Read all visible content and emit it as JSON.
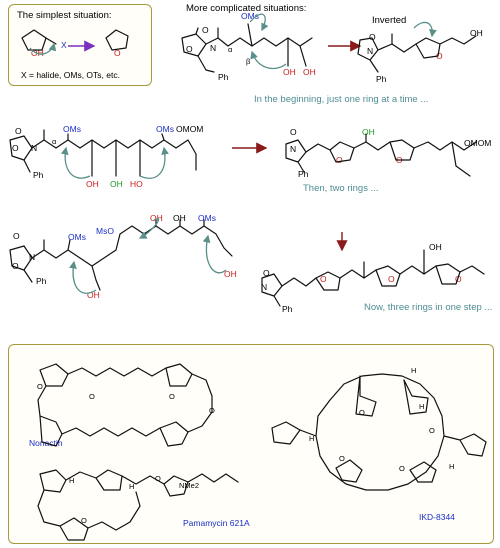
{
  "simplest": {
    "title": "The simplest situation:",
    "oh": "OH",
    "x": "X",
    "o": "O",
    "note": "X = halide, OMs, OTs, etc."
  },
  "complicated": {
    "title": "More complicated situations:",
    "row1": {
      "oms": "OMs",
      "alpha": "α",
      "beta": "β",
      "oh1": "OH",
      "oh2": "OH",
      "inverted": "Inverted",
      "oh_prod": "OH",
      "caption": "In the beginning, just one ring at a time ..."
    },
    "row2": {
      "alpha": "α",
      "oms1": "OMs",
      "oms2": "OMs",
      "omom": "OMOM",
      "oh1": "OH",
      "oh_green": "OH",
      "ho": "HO",
      "oh_prod_green": "OH",
      "omom_prod": "OMOM",
      "caption": "Then, two rings ..."
    },
    "row3": {
      "mso": "MsO",
      "oms1": "OMs",
      "oms2": "OMs",
      "oh_top1": "OH",
      "oh_top2": "OH",
      "oh_bottom1": "OH",
      "oh_bottom2": "OH",
      "oh_prod": "OH",
      "caption": "Now, three rings in one step ..."
    },
    "common": {
      "o": "O",
      "n": "N",
      "ph": "Ph"
    }
  },
  "natural_products": {
    "nonactin": "Nonactin",
    "pamamycin": "Pamamycin 621A",
    "ikd": "IKD-8344",
    "nme2": "NMe2",
    "h": "H",
    "o": "O"
  },
  "colors": {
    "panel_border": "#a89a3c",
    "caption": "#4e8d94",
    "hydroxyl": "#c81e1e",
    "mesylate": "#1a2ec8",
    "green_oh": "#1a9a24",
    "reaction_arrow": "#8b1a1a"
  }
}
